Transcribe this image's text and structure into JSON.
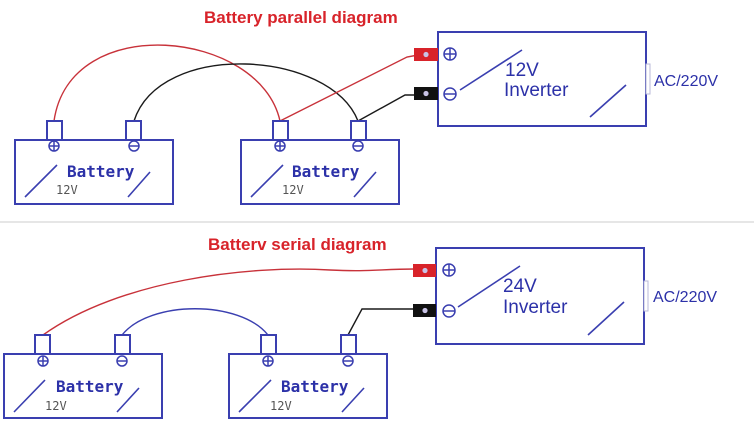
{
  "colors": {
    "title": "#d8232a",
    "outline": "#3a3fb0",
    "positive_wire": "#c8323a",
    "negative_wire": "#1a1a1a",
    "series_link_wire": "#3a3fb0",
    "positive_connector": "#d8232a",
    "negative_connector": "#111111"
  },
  "parallel": {
    "title": "Battery parallel diagram",
    "batteries": [
      {
        "label": "Battery",
        "voltage": "12V",
        "positive_symbol": "⊕",
        "negative_symbol": "⊖"
      },
      {
        "label": "Battery",
        "voltage": "12V",
        "positive_symbol": "⊕",
        "negative_symbol": "⊖"
      }
    ],
    "inverter": {
      "voltage": "12V",
      "label": "Inverter",
      "output": "AC/220V",
      "positive_symbol": "⊕",
      "negative_symbol": "⊖"
    },
    "connections": [
      {
        "from": "battery1+",
        "to": "battery2+",
        "wire": "red"
      },
      {
        "from": "battery1-",
        "to": "battery2-",
        "wire": "black"
      },
      {
        "from": "battery2+",
        "to": "inverter+",
        "wire": "red"
      },
      {
        "from": "battery2-",
        "to": "inverter-",
        "wire": "black"
      }
    ]
  },
  "serial": {
    "title": "Batterv serial diagram",
    "batteries": [
      {
        "label": "Battery",
        "voltage": "12V",
        "positive_symbol": "⊕",
        "negative_symbol": "⊖"
      },
      {
        "label": "Battery",
        "voltage": "12V",
        "positive_symbol": "⊕",
        "negative_symbol": "⊖"
      }
    ],
    "inverter": {
      "voltage": "24V",
      "label": "Inverter",
      "output": "AC/220V",
      "positive_symbol": "⊕",
      "negative_symbol": "⊖"
    },
    "connections": [
      {
        "from": "battery1+",
        "to": "inverter+",
        "wire": "red"
      },
      {
        "from": "battery1-",
        "to": "battery2+",
        "wire": "blue"
      },
      {
        "from": "battery2-",
        "to": "inverter-",
        "wire": "black"
      }
    ]
  }
}
